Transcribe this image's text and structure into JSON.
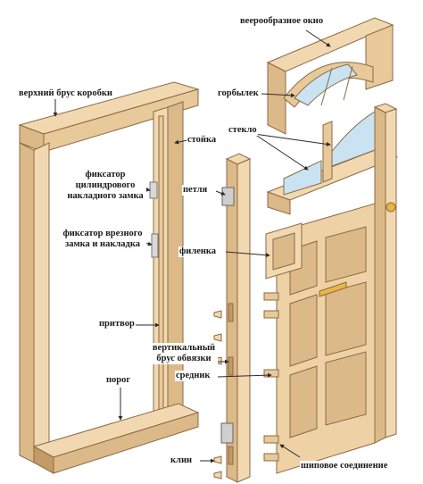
{
  "labels": {
    "top_frame_bar": "верхний брус коробки",
    "fan_window": "веерообразное окно",
    "mullion": "горбылек",
    "glass": "стекло",
    "jamb": "стойка",
    "cylinder_lock_retainer": "фиксатор цилиндрового накладного замка",
    "hinge": "петля",
    "mortise_lock_retainer": "фиксатор врезного замка и накладка",
    "panel": "филенка",
    "door_stop": "притвор",
    "vertical_stile": "вертикальный брус обвязки",
    "rail": "средник",
    "threshold": "порог",
    "wedges": "клин",
    "tenon_joint": "шиповое соединение"
  },
  "colors": {
    "wood": "#f2d8b0",
    "wood_shade": "#dcb988",
    "wood_dark": "#c49a66",
    "glass": "#c9e3f2",
    "line": "#8a6a44",
    "leader": "#2a2a2a"
  }
}
